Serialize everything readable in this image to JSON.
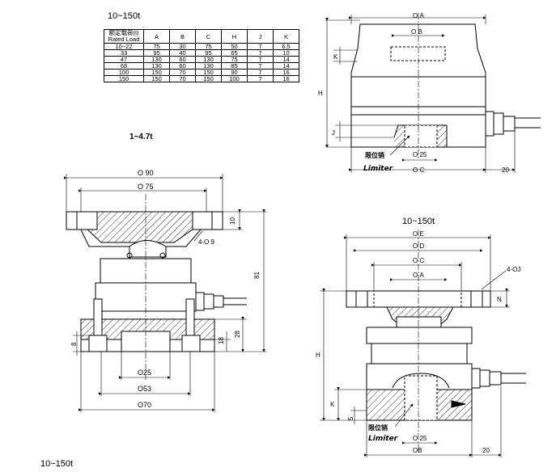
{
  "titles": {
    "table_title": "10~150t",
    "small_model": "1~4.7t",
    "large_model": "10~150t",
    "bottom_left": "10~150t"
  },
  "table": {
    "header_cn": "额定载荷(t)",
    "header_en": "Rated Load",
    "columns": [
      "A",
      "B",
      "C",
      "H",
      "J",
      "K"
    ],
    "rows": [
      [
        "10~22",
        "75",
        "30",
        "75",
        "50",
        "7",
        "6.5"
      ],
      [
        "33",
        "95",
        "40",
        "95",
        "65",
        "7",
        "10"
      ],
      [
        "47",
        "130",
        "60",
        "130",
        "75",
        "7",
        "14"
      ],
      [
        "68",
        "130",
        "60",
        "130",
        "85",
        "7",
        "14"
      ],
      [
        "100",
        "150",
        "70",
        "150",
        "90",
        "7",
        "16"
      ],
      [
        "150",
        "150",
        "70",
        "150",
        "100",
        "7",
        "16"
      ]
    ]
  },
  "top_right": {
    "dim_a": "Ο A",
    "dim_b": "Ο B",
    "dim_k": "K",
    "dim_h": "H",
    "dim_j": "J",
    "dim_25": "Ο 25",
    "dim_c": "Ο C",
    "dim_20": "20",
    "limiter_cn": "限位销",
    "limiter_en": "Limiter"
  },
  "left": {
    "dim_90": "Ο 90",
    "dim_75": "Ο 75",
    "dim_10": "10",
    "dim_holes": "4-Ο 9",
    "dim_81": "81",
    "dim_28": "28",
    "dim_18": "18",
    "dim_8": "8",
    "dim_25": "Ο25",
    "dim_53": "Ο53",
    "dim_70": "Ο70"
  },
  "bottom_right": {
    "dim_e": "Ο E",
    "dim_d": "Ο D",
    "dim_c": "Ο C",
    "dim_a": "Ο A",
    "dim_holes": "4-ΟJ",
    "dim_n": "N",
    "dim_h": "H",
    "dim_k": "K",
    "dim_5": "5",
    "dim_25": "Ο 25",
    "dim_b": "ΟB",
    "dim_20": "20",
    "limiter_cn": "限位销",
    "limiter_en": "Limiter"
  }
}
